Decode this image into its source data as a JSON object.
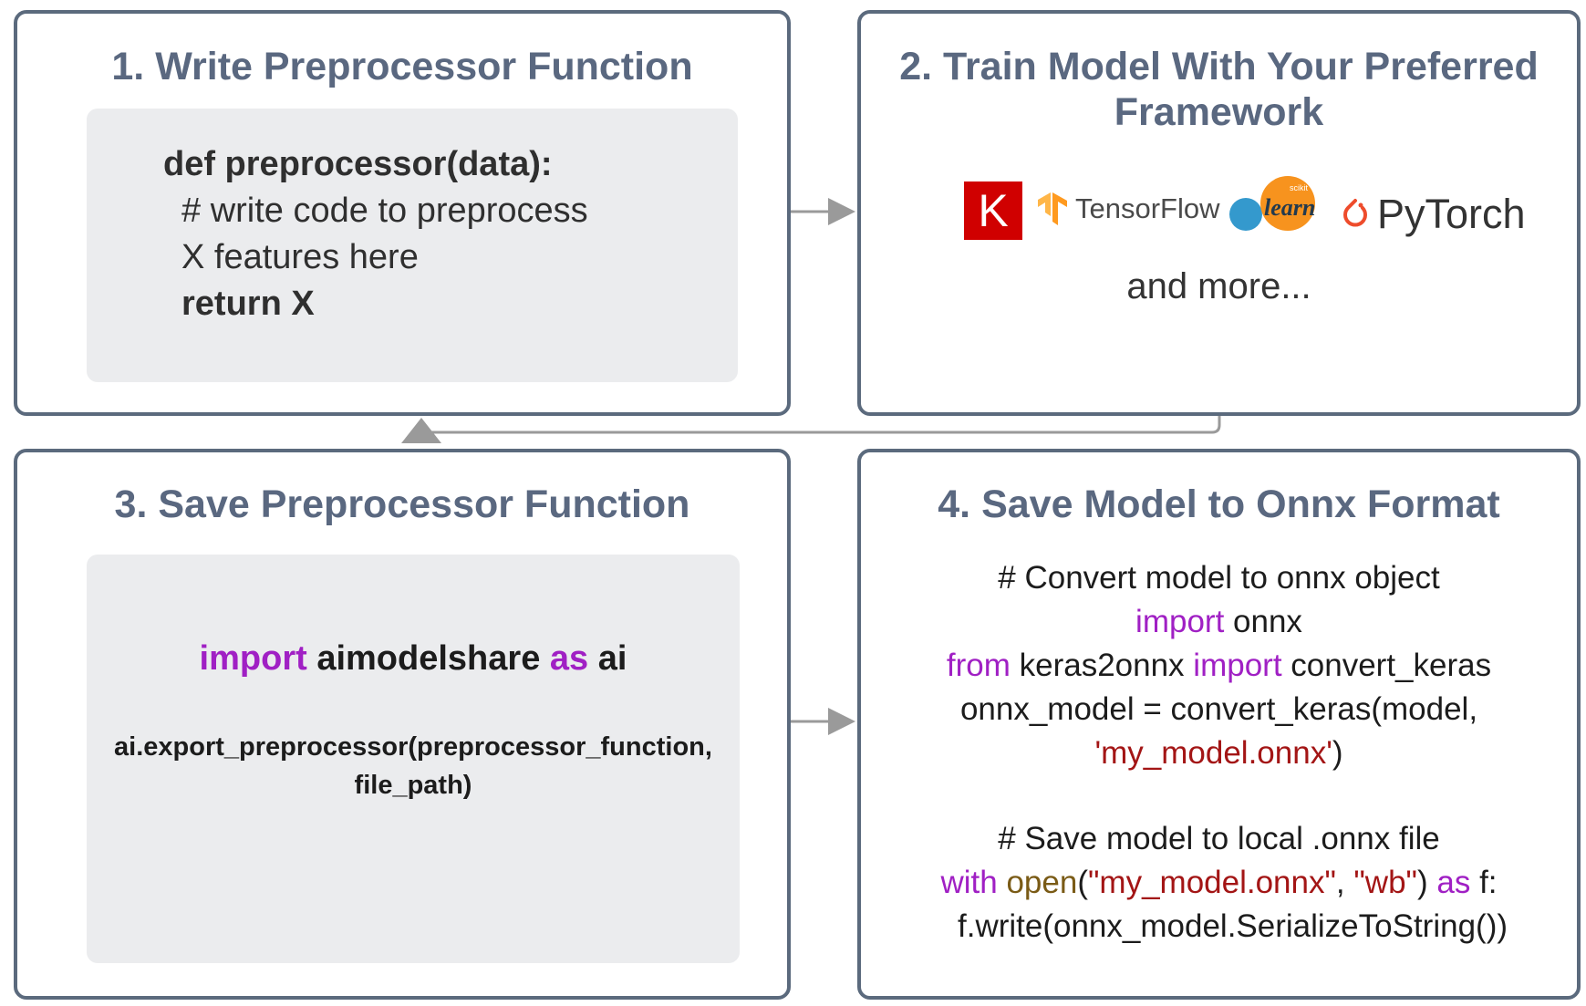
{
  "panels": {
    "p1": {
      "title": "1. Write Preprocessor Function",
      "code": {
        "line1": "def preprocessor(data):",
        "line2": "# write code to preprocess",
        "line3": "X features here",
        "line4": "return X"
      }
    },
    "p2": {
      "title_line1": "2. Train Model With Your Preferred",
      "title_line2": "Framework",
      "logos": {
        "keras_letter": "K",
        "tensorflow": "TensorFlow",
        "sklearn_small": "scikit",
        "sklearn_main": "learn",
        "pytorch": "PyTorch"
      },
      "more": "and more..."
    },
    "p3": {
      "title": "3. Save Preprocessor Function",
      "import_kw": "import",
      "import_mod": "aimodelshare",
      "as_kw": "as",
      "alias": "ai",
      "export_line1": "ai.export_preprocessor(preprocessor_function,",
      "export_line2": "file_path)"
    },
    "p4": {
      "title": "4. Save Model to Onnx Format",
      "comment1": "# Convert model to onnx object",
      "import_kw": "import",
      "onnx": "onnx",
      "from_kw": "from",
      "keras2onnx": "keras2onnx",
      "convert_keras": "convert_keras",
      "assign_line": "onnx_model = convert_keras(model,",
      "model_str": "'my_model.onnx'",
      "close_paren": ")",
      "comment2": "# Save model to local .onnx file",
      "with_kw": "with",
      "open_fn": "open",
      "paren_open": "(",
      "str1": "\"my_model.onnx\"",
      "comma": ", ",
      "str2": "\"wb\"",
      "paren_close": ")",
      "as_kw": "as",
      "f_colon": "f:",
      "write_line": "f.write(onnx_model.SerializeToString())"
    }
  },
  "colors": {
    "border": "#5b6a7d",
    "title": "#5a6880",
    "code_bg": "#ebecee",
    "keyword": "#a020c4",
    "comment": "#1b8a1b",
    "string": "#a31515",
    "arrow": "#9a9a9a",
    "keras_red": "#d00000",
    "tf_orange": "#ff9a1f",
    "sklearn_blue": "#3499cd",
    "sklearn_orange": "#f7931e",
    "pytorch_orange": "#ee4c2c"
  }
}
